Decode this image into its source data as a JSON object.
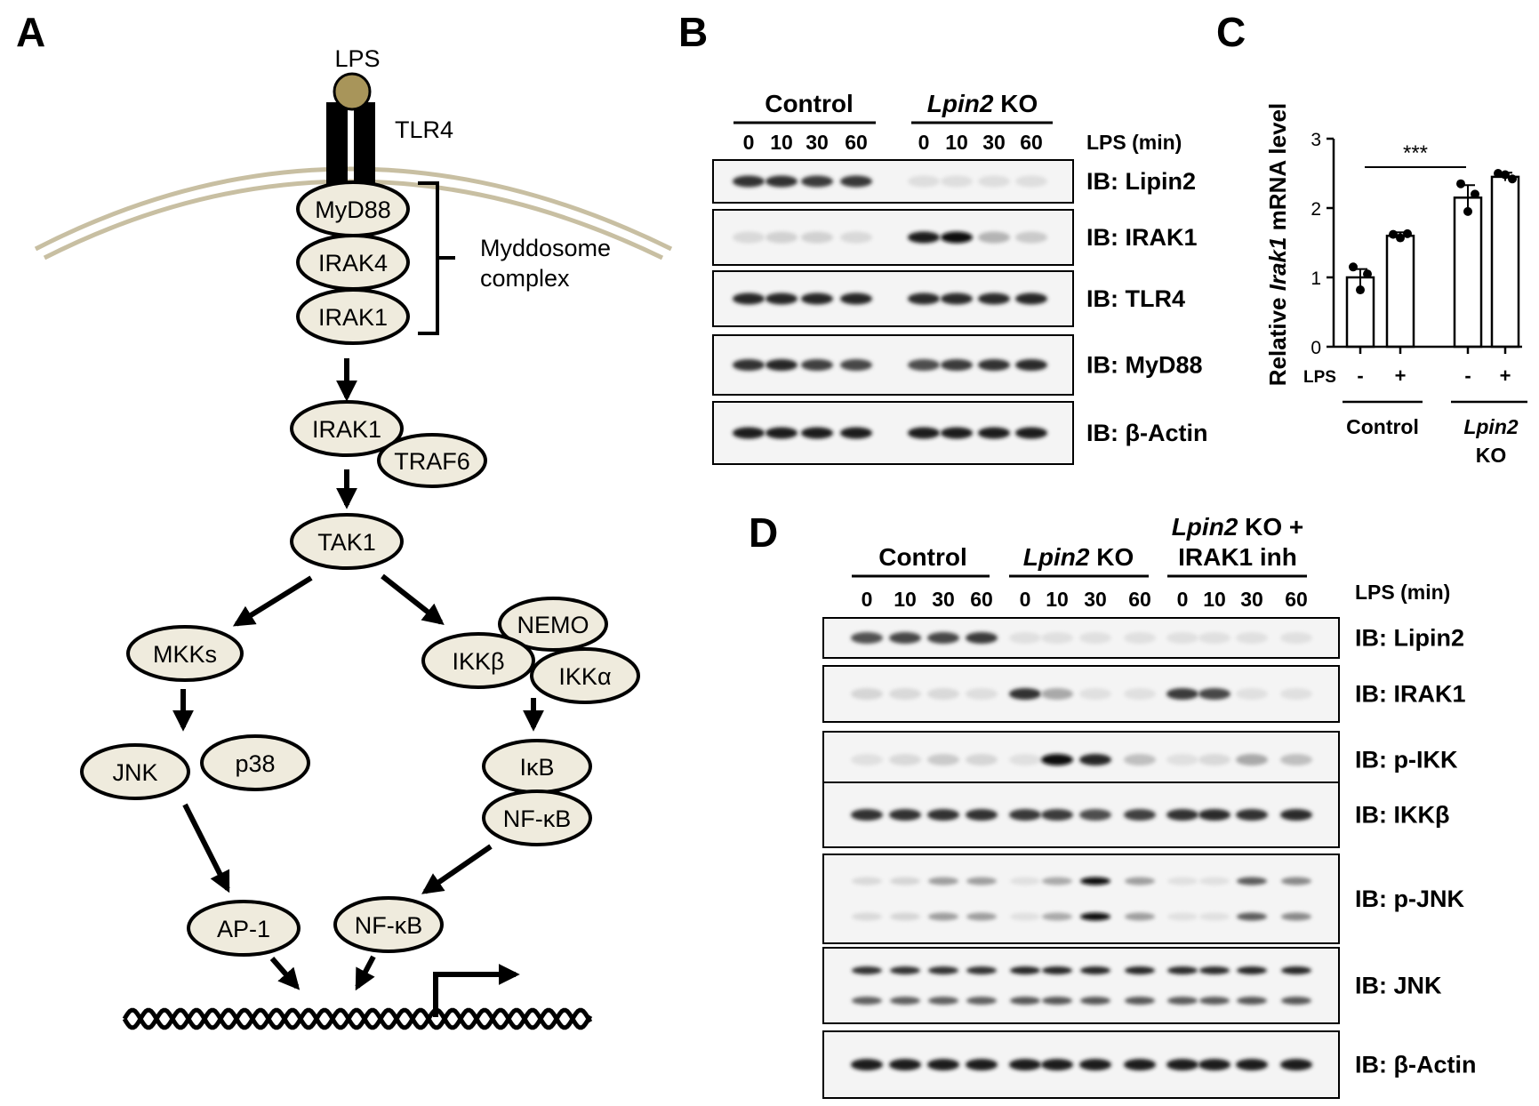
{
  "panels": {
    "a": {
      "label": "A",
      "lps": "LPS",
      "tlr4": "TLR4",
      "myddosome_line1": "Myddosome",
      "myddosome_line2": "complex",
      "nodes": {
        "myd88": "MyD88",
        "irak4": "IRAK4",
        "irak1_complex": "IRAK1",
        "irak1": "IRAK1",
        "traf6": "TRAF6",
        "tak1": "TAK1",
        "mkks": "MKKs",
        "nemo": "NEMO",
        "ikkb": "IKKβ",
        "ikka": "IKKα",
        "jnk": "JNK",
        "p38": "p38",
        "ikb": "IκB",
        "nfkb_cyto": "NF-κB",
        "ap1": "AP-1",
        "nfkb_nuc": "NF-κB"
      }
    },
    "b": {
      "label": "B",
      "group_control": "Control",
      "group_ko_italic": "Lpin2",
      "group_ko_rest": " KO",
      "timepoints": [
        "0",
        "10",
        "30",
        "60"
      ],
      "lps_label": "LPS (min)",
      "blots": [
        {
          "label": "IB: Lipin2",
          "intensity": [
            0.85,
            0.85,
            0.8,
            0.82,
            0.06,
            0.06,
            0.06,
            0.06
          ]
        },
        {
          "label": "IB: IRAK1",
          "intensity": [
            0.08,
            0.12,
            0.12,
            0.08,
            0.95,
            1.0,
            0.25,
            0.15
          ]
        },
        {
          "label": "IB: TLR4",
          "intensity": [
            0.9,
            0.9,
            0.9,
            0.9,
            0.88,
            0.88,
            0.88,
            0.9
          ]
        },
        {
          "label": "IB: MyD88",
          "intensity": [
            0.85,
            0.9,
            0.78,
            0.75,
            0.72,
            0.8,
            0.85,
            0.88
          ]
        },
        {
          "label": "IB: β-Actin",
          "intensity": [
            0.95,
            0.95,
            0.95,
            0.95,
            0.95,
            0.95,
            0.95,
            0.95
          ]
        }
      ]
    },
    "c": {
      "label": "C",
      "chart_data": {
        "type": "bar",
        "ylabel_pre": "Relative ",
        "ylabel_italic": "Irak1",
        "ylabel_post": " mRNA level",
        "ylim": [
          0,
          3
        ],
        "yticks": [
          "0",
          "1",
          "2",
          "3"
        ],
        "lps_row_label": "LPS",
        "lps_signs": [
          "-",
          "+",
          "-",
          "+"
        ],
        "groups": [
          "Control",
          "Lpin2 KO"
        ],
        "group_control": "Control",
        "group_ko_italic": "Lpin2",
        "group_ko_line2": "KO",
        "significance": "***",
        "values": [
          1.0,
          1.6,
          2.15,
          2.45
        ],
        "errors": [
          0.12,
          0.05,
          0.18,
          0.06
        ],
        "points": [
          [
            1.15,
            0.82,
            1.05
          ],
          [
            1.62,
            1.57,
            1.63
          ],
          [
            2.35,
            1.95,
            2.2
          ],
          [
            2.5,
            2.48,
            2.42
          ]
        ]
      }
    },
    "d": {
      "label": "D",
      "group_control": "Control",
      "group_ko_italic": "Lpin2",
      "group_ko_rest": " KO",
      "group_inh_line1_italic": "Lpin2",
      "group_inh_line1_rest": " KO +",
      "group_inh_line2": "IRAK1 inh",
      "timepoints": [
        "0",
        "10",
        "30",
        "60"
      ],
      "lps_label": "LPS (min)",
      "blots": [
        {
          "label": "IB: Lipin2",
          "intensity": [
            0.7,
            0.75,
            0.75,
            0.8,
            0.05,
            0.05,
            0.05,
            0.05,
            0.05,
            0.05,
            0.05,
            0.05
          ]
        },
        {
          "label": "IB: IRAK1",
          "intensity": [
            0.1,
            0.08,
            0.08,
            0.06,
            0.85,
            0.3,
            0.05,
            0.05,
            0.8,
            0.75,
            0.05,
            0.05
          ]
        },
        {
          "label": "IB: p-IKK",
          "intensity": [
            0.05,
            0.08,
            0.15,
            0.1,
            0.05,
            1.0,
            0.9,
            0.2,
            0.05,
            0.08,
            0.3,
            0.2
          ]
        },
        {
          "label": "IB: IKKβ",
          "intensity": [
            0.85,
            0.85,
            0.85,
            0.85,
            0.82,
            0.8,
            0.72,
            0.78,
            0.85,
            0.88,
            0.85,
            0.88
          ]
        },
        {
          "label": "IB: p-JNK",
          "intensity": [
            0.08,
            0.1,
            0.35,
            0.35,
            0.05,
            0.3,
            1.0,
            0.35,
            0.05,
            0.05,
            0.65,
            0.45
          ]
        },
        {
          "label": "IB: JNK",
          "intensity": [
            0.85,
            0.85,
            0.85,
            0.85,
            0.9,
            0.9,
            0.9,
            0.9,
            0.88,
            0.88,
            0.9,
            0.9
          ]
        },
        {
          "label": "IB: β-Actin",
          "intensity": [
            0.95,
            0.95,
            0.95,
            0.95,
            0.95,
            0.95,
            0.95,
            0.95,
            0.95,
            0.95,
            0.95,
            0.95
          ]
        }
      ]
    }
  }
}
